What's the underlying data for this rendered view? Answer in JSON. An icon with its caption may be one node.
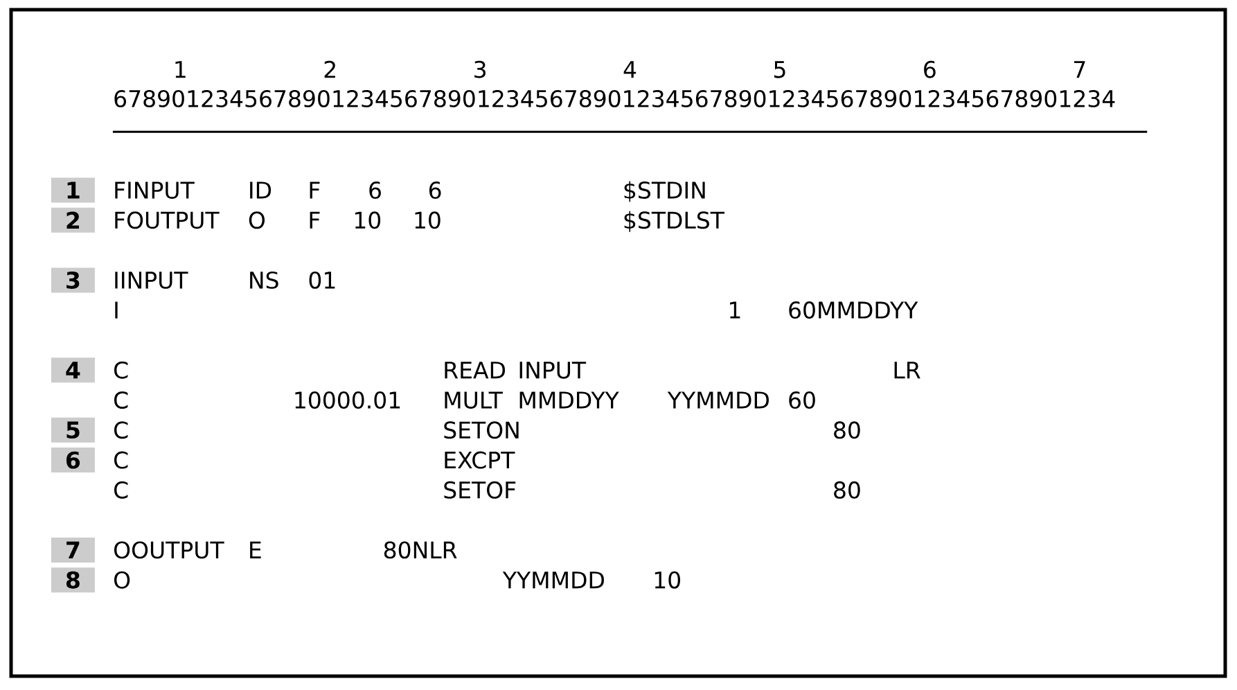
{
  "diagram": {
    "labels": [
      "1",
      "2",
      "3",
      "4",
      "5",
      "6",
      "7",
      "678901234567890123456789012345678901234567890123456789012345678901234",
      "1",
      "FINPUT",
      "ID",
      "F",
      "6",
      "6",
      "$STDIN",
      "2",
      "FOUTPUT",
      "O",
      "F",
      "10",
      "10",
      "$STDLST",
      "3",
      "IINPUT",
      "NS",
      "01",
      "I",
      "1",
      "60MMDDYY",
      "4",
      "C",
      "READ",
      "INPUT",
      "LR",
      "C",
      "10000.01",
      "MULT",
      "MMDDYY",
      "YYMMDD",
      "60",
      "5",
      "C",
      "SETON",
      "80",
      "6",
      "C",
      "EXCPT",
      "C",
      "SETOF",
      "80",
      "7",
      "OOUTPUT",
      "E",
      "80NLR",
      "8",
      "O",
      "YYMMDD",
      "10"
    ]
  }
}
